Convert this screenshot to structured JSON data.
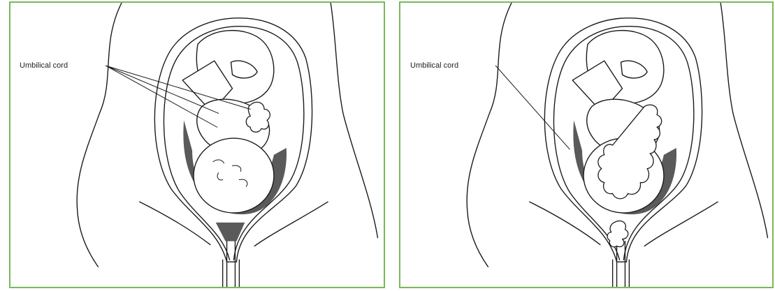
{
  "panels": [
    {
      "id": "left",
      "label": "Umbilical cord"
    },
    {
      "id": "right",
      "label": "Umbilical cord"
    }
  ],
  "colors": {
    "border": "#7ab85a",
    "fluid": "#5a5a5a",
    "ink": "#1a1a1a"
  }
}
